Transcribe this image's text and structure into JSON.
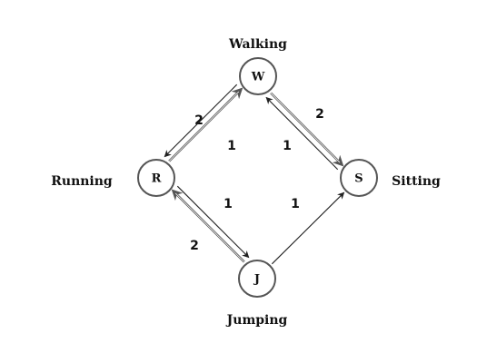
{
  "nodes": [
    {
      "id": "W",
      "letter": "W",
      "name": "Walking"
    },
    {
      "id": "R",
      "letter": "R",
      "name": "Running"
    },
    {
      "id": "S",
      "letter": "S",
      "name": "Sitting"
    },
    {
      "id": "J",
      "letter": "J",
      "name": "Jumping"
    }
  ],
  "edges": [
    {
      "from": "R",
      "to": "W",
      "weight": "2",
      "style": "double"
    },
    {
      "from": "W",
      "to": "S",
      "weight": "2",
      "style": "double"
    },
    {
      "from": "J",
      "to": "R",
      "weight": "2",
      "style": "double"
    },
    {
      "from": "W",
      "to": "R",
      "weight": "1",
      "style": "single"
    },
    {
      "from": "S",
      "to": "W",
      "weight": "1",
      "style": "single"
    },
    {
      "from": "R",
      "to": "J",
      "weight": "1",
      "style": "single"
    },
    {
      "from": "J",
      "to": "S",
      "weight": "1",
      "style": "single"
    }
  ]
}
